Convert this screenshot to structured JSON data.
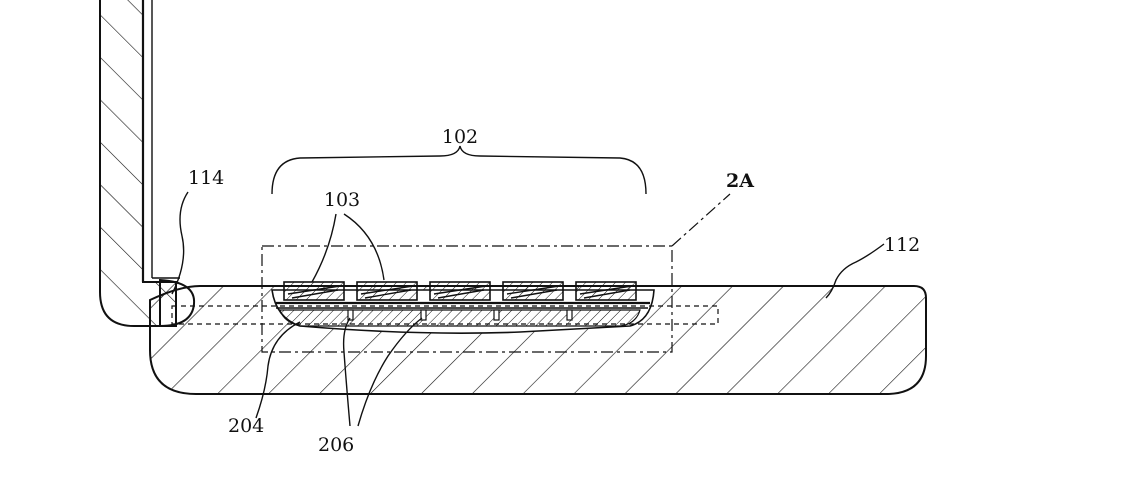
{
  "figure": {
    "labels": {
      "keyboard_region": "102",
      "keys": "103",
      "detail_view": "2A",
      "lid_hinge": "114",
      "base_housing": "112",
      "support_layer": "204",
      "switch_elements": "206"
    }
  }
}
